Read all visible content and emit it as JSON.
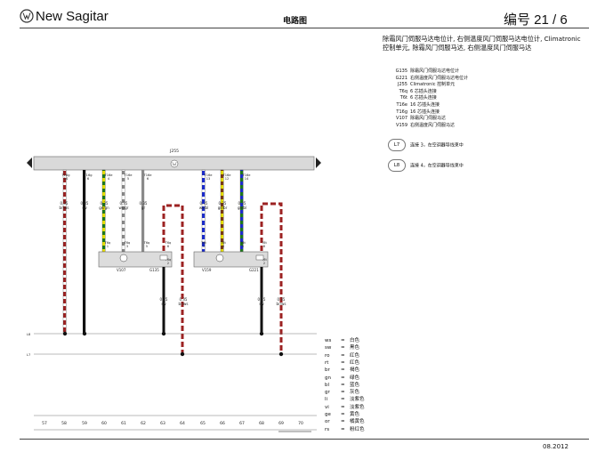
{
  "header": {
    "brand": "New Sagitar",
    "center_title": "电路图",
    "page_label": "编号 21 / 6"
  },
  "description": "除霜风门伺服马达电位计, 右侧温度风门伺服马达电位计, Climatronic 控制单元, 除霜风门伺服马达, 右侧温度风门伺服马达",
  "legend": [
    {
      "code": "G135",
      "text": "除霜风门伺服马达电位计"
    },
    {
      "code": "G221",
      "text": "右侧温度风门伺服马达电位计"
    },
    {
      "code": "J255",
      "text": "Climatronic 控制单元"
    },
    {
      "code": "T6q",
      "text": "6 芯插头连接"
    },
    {
      "code": "T6t",
      "text": "6 芯插头连接"
    },
    {
      "code": "T16e",
      "text": "16 芯插头连接"
    },
    {
      "code": "T16g",
      "text": "16 芯插头连接"
    },
    {
      "code": "V107",
      "text": "除霜风门伺服马达"
    },
    {
      "code": "V159",
      "text": "右侧温度风门伺服马达"
    }
  ],
  "refs": [
    {
      "code": "L7",
      "text": "连接 3，在空调器导线束中"
    },
    {
      "code": "L8",
      "text": "连接 4，在空调器导线束中"
    }
  ],
  "color_key": [
    {
      "code": "ws",
      "eq": "=",
      "name": "白色"
    },
    {
      "code": "sw",
      "eq": "=",
      "name": "黑色"
    },
    {
      "code": "ro",
      "eq": "=",
      "name": "红色"
    },
    {
      "code": "rt",
      "eq": "=",
      "name": "红色"
    },
    {
      "code": "br",
      "eq": "=",
      "name": "褐色"
    },
    {
      "code": "gn",
      "eq": "=",
      "name": "绿色"
    },
    {
      "code": "bl",
      "eq": "=",
      "name": "蓝色"
    },
    {
      "code": "gr",
      "eq": "=",
      "name": "灰色"
    },
    {
      "code": "li",
      "eq": "=",
      "name": "淡紫色"
    },
    {
      "code": "vi",
      "eq": "=",
      "name": "淡紫色"
    },
    {
      "code": "ge",
      "eq": "=",
      "name": "黄色"
    },
    {
      "code": "or",
      "eq": "=",
      "name": "橘黄色"
    },
    {
      "code": "rs",
      "eq": "=",
      "name": "粉红色"
    }
  ],
  "diagram": {
    "control_unit": "J255",
    "pins_top": [
      {
        "conn": "T16g",
        "num": "14"
      },
      {
        "conn": "T16g",
        "num": "6"
      },
      {
        "conn": "T16e",
        "num": "4"
      },
      {
        "conn": "T16e",
        "num": "5"
      },
      {
        "conn": "T16e",
        "num": "6"
      },
      {
        "conn": "T16e",
        "num": "13"
      },
      {
        "conn": "T16e",
        "num": "12"
      },
      {
        "conn": "T16e",
        "num": "14"
      }
    ],
    "wires_top": [
      {
        "size": "0.35",
        "color": "br/ws"
      },
      {
        "size": "0.35",
        "color": "sw"
      },
      {
        "size": "0.35",
        "color": "ge/gn"
      },
      {
        "size": "0.35",
        "color": "ws/gr"
      },
      {
        "size": "0.35",
        "color": "gr"
      },
      {
        "size": "0.35",
        "color": "ws/bl"
      },
      {
        "size": "0.35",
        "color": "ge/br"
      },
      {
        "size": "0.35",
        "color": "gn/bl"
      }
    ],
    "motor1": {
      "name": "V107",
      "pot": "G135",
      "pins": [
        {
          "conn": "T6q",
          "num": "1"
        },
        {
          "conn": "T6q",
          "num": "3"
        },
        {
          "conn": "T6q",
          "num": "5"
        },
        {
          "conn": "T6q",
          "num": "6"
        },
        {
          "conn": "T6q",
          "num": "2"
        }
      ]
    },
    "motor2": {
      "name": "V159",
      "pot": "G221",
      "pins": [
        {
          "conn": "T6t",
          "num": "1"
        },
        {
          "conn": "T6t",
          "num": "3"
        },
        {
          "conn": "T6t",
          "num": "5"
        },
        {
          "conn": "T6t",
          "num": "6"
        },
        {
          "conn": "T6t",
          "num": "2"
        }
      ]
    },
    "wires_bottom": [
      {
        "size": "0.35",
        "color": "sw"
      },
      {
        "size": "0.35",
        "color": "br/ws"
      },
      {
        "size": "0.35",
        "color": "sw"
      },
      {
        "size": "0.35",
        "color": "br/ws"
      }
    ],
    "bus_labels": [
      "L8",
      "L7"
    ],
    "columns": [
      "57",
      "58",
      "59",
      "60",
      "61",
      "62",
      "63",
      "64",
      "65",
      "66",
      "67",
      "68",
      "69",
      "70"
    ]
  },
  "footer": {
    "date": "08.2012"
  }
}
